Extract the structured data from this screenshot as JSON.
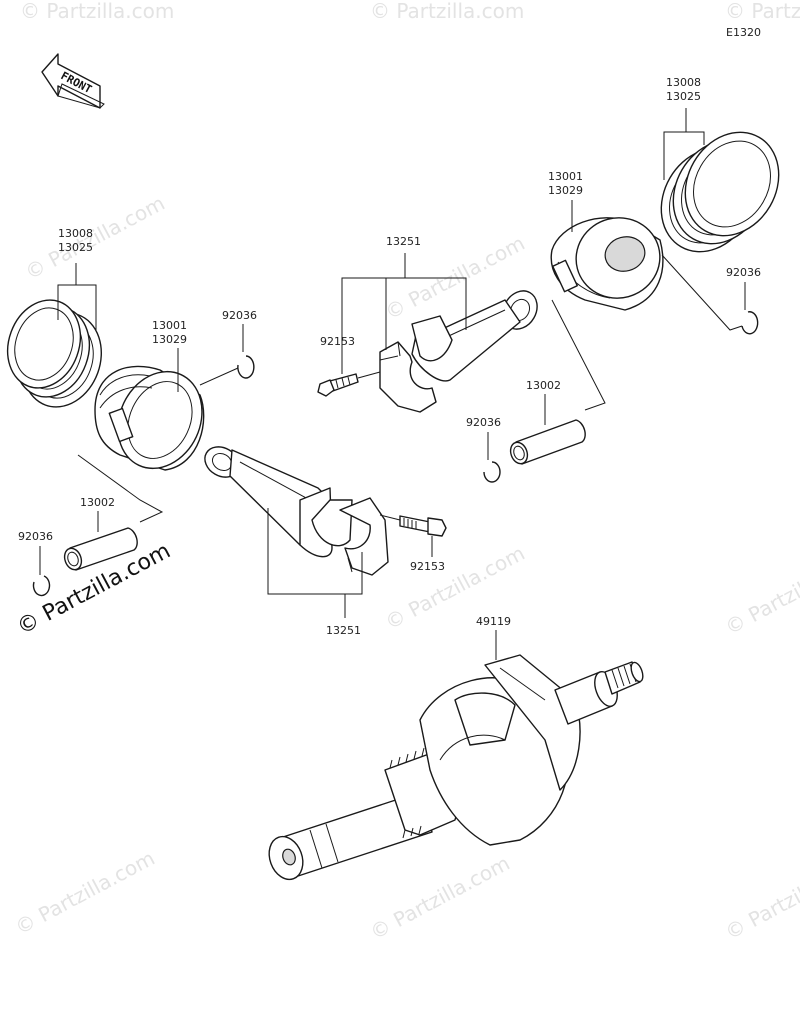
{
  "diagram_code": "E1320",
  "front_label": "FRONT",
  "watermark_text": "© Partzilla.com",
  "watermark_faint": "© Partzilla.com",
  "labels": {
    "rings_left": [
      "13008",
      "13025"
    ],
    "piston_left": [
      "13001",
      "13029"
    ],
    "clip_left_upper": "92036",
    "rod_upper": "13251",
    "bolt_upper": "92153",
    "piston_right": [
      "13001",
      "13029"
    ],
    "rings_right": [
      "13008",
      "13025"
    ],
    "clip_right_upper": "92036",
    "pin_right": "13002",
    "clip_right_lower": "92036",
    "pin_left": "13002",
    "clip_left_lower": "92036",
    "bolt_lower": "92153",
    "rod_lower": "13251",
    "crankshaft": "49119"
  }
}
